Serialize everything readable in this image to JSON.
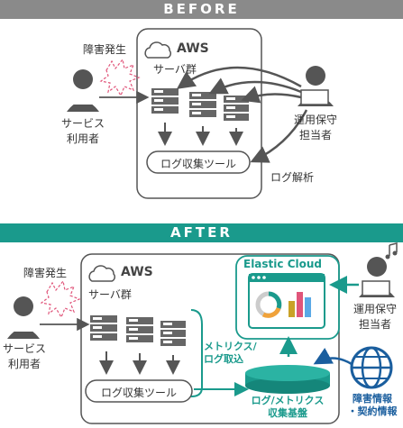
{
  "before": {
    "banner": "BEFORE",
    "aws_label": "AWS",
    "server_group": "サーバ群",
    "incident": "障害発生",
    "service_user": [
      "サービス",
      "利用者"
    ],
    "ops_staff": [
      "運用保守",
      "担当者"
    ],
    "log_tool": "ログ収集ツール",
    "log_analysis": "ログ解析"
  },
  "after": {
    "banner": "AFTER",
    "aws_label": "AWS",
    "server_group": "サーバ群",
    "incident": "障害発生",
    "service_user": [
      "サービス",
      "利用者"
    ],
    "ops_staff": [
      "運用保守",
      "担当者"
    ],
    "log_tool": "ログ収集ツール",
    "elastic_cloud": "Elastic Cloud",
    "metrics_ingest": [
      "メトリクス/",
      "ログ取込"
    ],
    "platform": [
      "ログ/メトリクス",
      "収集基盤"
    ],
    "incident_info": [
      "障害情報",
      "・契約情報"
    ]
  },
  "colors": {
    "banner_before": "#8a8a8a",
    "banner_after": "#1a9a8c",
    "teal": "#1a9a8c",
    "blue": "#1a5e9e",
    "dark": "#555555",
    "burst": "#e0557a"
  }
}
